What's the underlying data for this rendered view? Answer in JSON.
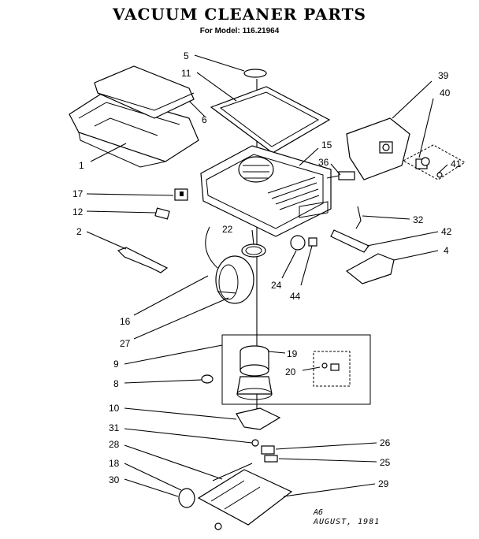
{
  "title": "VACUUM CLEANER PARTS",
  "subtitle": "For Model: 116.21964",
  "footer": {
    "code": "A6",
    "date": "AUGUST, 1981"
  },
  "callouts": {
    "c1": "1",
    "c2": "2",
    "c4": "4",
    "c5": "5",
    "c6": "6",
    "c8": "8",
    "c9": "9",
    "c10": "10",
    "c11": "11",
    "c12": "12",
    "c15": "15",
    "c16": "16",
    "c17": "17",
    "c18": "18",
    "c19": "19",
    "c20": "20",
    "c22": "22",
    "c24": "24",
    "c25": "25",
    "c26": "26",
    "c27": "27",
    "c28": "28",
    "c29": "29",
    "c30": "30",
    "c31": "31",
    "c32": "32",
    "c36": "36",
    "c39": "39",
    "c40": "40",
    "c41": "41",
    "c42": "42",
    "c44": "44"
  }
}
